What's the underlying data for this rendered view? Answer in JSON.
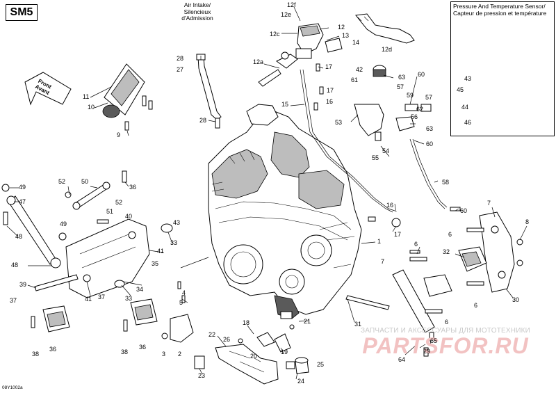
{
  "page_code": "SM5",
  "air_intake_label": "Air Intake/\nSilencieux\nd'Admission",
  "inset_title": "Pressure And Temperature Sensor/\nCapteur de pression et température",
  "front_label": "Front\nAvant",
  "document_ref": "08Y1002a",
  "watermark": {
    "top": "ЗАПЧАСТИ И АКСЕССУАРЫ ДЛЯ МОТОТЕХНИКИ",
    "main": "PARTSFOR.RU"
  },
  "callouts": [
    {
      "id": "c12f",
      "text": "12f"
    },
    {
      "id": "c12e",
      "text": "12e"
    },
    {
      "id": "c12",
      "text": "12"
    },
    {
      "id": "c12c",
      "text": "12c"
    },
    {
      "id": "c13",
      "text": "13"
    },
    {
      "id": "c14",
      "text": "14"
    },
    {
      "id": "c12d",
      "text": "12d"
    },
    {
      "id": "c12a",
      "text": "12a"
    },
    {
      "id": "c28a",
      "text": "28"
    },
    {
      "id": "c27",
      "text": "27"
    },
    {
      "id": "c17a",
      "text": "17"
    },
    {
      "id": "c42",
      "text": "42"
    },
    {
      "id": "c63a",
      "text": "63"
    },
    {
      "id": "c60a",
      "text": "60"
    },
    {
      "id": "c11",
      "text": "11"
    },
    {
      "id": "c10",
      "text": "10"
    },
    {
      "id": "c17b",
      "text": "17"
    },
    {
      "id": "c61",
      "text": "61"
    },
    {
      "id": "c57a",
      "text": "57"
    },
    {
      "id": "c59",
      "text": "59"
    },
    {
      "id": "c57b",
      "text": "57"
    },
    {
      "id": "c43",
      "text": "43"
    },
    {
      "id": "c45",
      "text": "45"
    },
    {
      "id": "c16a",
      "text": "16"
    },
    {
      "id": "c15",
      "text": "15"
    },
    {
      "id": "c62",
      "text": "62"
    },
    {
      "id": "c56",
      "text": "56"
    },
    {
      "id": "c44",
      "text": "44"
    },
    {
      "id": "c9",
      "text": "9"
    },
    {
      "id": "c28b",
      "text": "28"
    },
    {
      "id": "c53",
      "text": "53"
    },
    {
      "id": "c63b",
      "text": "63"
    },
    {
      "id": "c46",
      "text": "46"
    },
    {
      "id": "c60b",
      "text": "60"
    },
    {
      "id": "c54",
      "text": "54"
    },
    {
      "id": "c55",
      "text": "55"
    },
    {
      "id": "c52a",
      "text": "52"
    },
    {
      "id": "c50",
      "text": "50"
    },
    {
      "id": "c36a",
      "text": "36"
    },
    {
      "id": "c49a",
      "text": "49"
    },
    {
      "id": "c58",
      "text": "58"
    },
    {
      "id": "c47",
      "text": "47"
    },
    {
      "id": "c52b",
      "text": "52"
    },
    {
      "id": "c16b",
      "text": "16"
    },
    {
      "id": "c60c",
      "text": "60"
    },
    {
      "id": "c7a",
      "text": "7"
    },
    {
      "id": "c51",
      "text": "51"
    },
    {
      "id": "c40",
      "text": "40"
    },
    {
      "id": "c17c",
      "text": "17"
    },
    {
      "id": "c8",
      "text": "8"
    },
    {
      "id": "c49b",
      "text": "49"
    },
    {
      "id": "c48a",
      "text": "48"
    },
    {
      "id": "c43b",
      "text": "43"
    },
    {
      "id": "c6a",
      "text": "6"
    },
    {
      "id": "c33",
      "text": "33"
    },
    {
      "id": "c1",
      "text": "1"
    },
    {
      "id": "c41a",
      "text": "41"
    },
    {
      "id": "c6b",
      "text": "6"
    },
    {
      "id": "c35",
      "text": "35"
    },
    {
      "id": "c32",
      "text": "32"
    },
    {
      "id": "c48b",
      "text": "48"
    },
    {
      "id": "c7b",
      "text": "7"
    },
    {
      "id": "c34",
      "text": "34"
    },
    {
      "id": "c39",
      "text": "39"
    },
    {
      "id": "c4",
      "text": "4"
    },
    {
      "id": "c41b",
      "text": "41"
    },
    {
      "id": "c33b",
      "text": "33"
    },
    {
      "id": "c5",
      "text": "5"
    },
    {
      "id": "c6c",
      "text": "6"
    },
    {
      "id": "c30",
      "text": "30"
    },
    {
      "id": "c37a",
      "text": "37"
    },
    {
      "id": "c37b",
      "text": "37"
    },
    {
      "id": "c38a",
      "text": "38"
    },
    {
      "id": "c21",
      "text": "21"
    },
    {
      "id": "c31",
      "text": "31"
    },
    {
      "id": "c18",
      "text": "18"
    },
    {
      "id": "c6d",
      "text": "6"
    },
    {
      "id": "c22",
      "text": "22"
    },
    {
      "id": "c26",
      "text": "26"
    },
    {
      "id": "c19",
      "text": "19"
    },
    {
      "id": "c38b",
      "text": "38"
    },
    {
      "id": "c36b",
      "text": "36"
    },
    {
      "id": "c36c",
      "text": "36"
    },
    {
      "id": "c3",
      "text": "3"
    },
    {
      "id": "c2",
      "text": "2"
    },
    {
      "id": "c20",
      "text": "20"
    },
    {
      "id": "c65",
      "text": "65"
    },
    {
      "id": "c29",
      "text": "29"
    },
    {
      "id": "c64",
      "text": "64"
    },
    {
      "id": "c25",
      "text": "25"
    },
    {
      "id": "c24",
      "text": "24"
    },
    {
      "id": "c23",
      "text": "23"
    }
  ]
}
